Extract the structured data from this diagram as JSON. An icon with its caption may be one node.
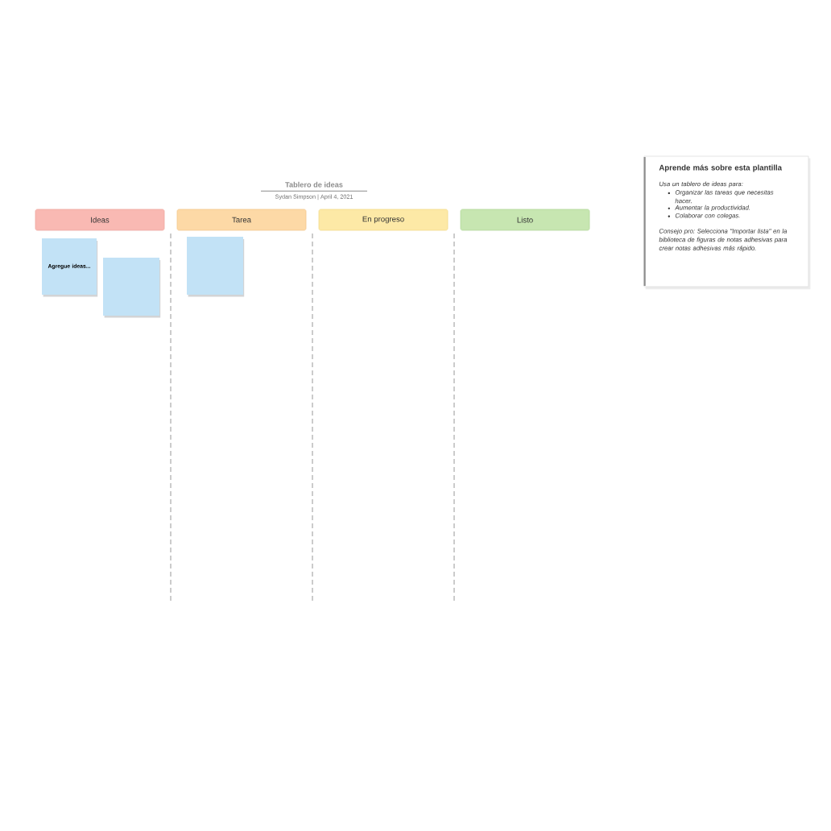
{
  "diagram": {
    "title": "Tablero de ideas",
    "nodes": [
      {
        "text": [
          "Ideas"
        ]
      },
      {
        "text": [
          "Tarea"
        ]
      },
      {
        "text": [
          "En progreso"
        ]
      },
      {
        "text": [
          "Listo"
        ]
      },
      {
        "text": [
          "Agregue ideas..."
        ]
      },
      {
        "text": [],
        "shape": "box"
      },
      {
        "text": [],
        "shape": "box"
      },
      {
        "text": [
          "Aprende más sobre esta plantilla",
          "Usa un tablero de ideas para:",
          "Organizar las tareas que necesitas hacer.",
          "Aumentar la productividad.",
          "Colaborar con colegas.",
          "Consejo pro: Selecciona \"Importar lista\" en la biblioteca de figuras de notas adhesivas para crear notas adhesivas más rápido."
        ]
      }
    ],
    "labels": [
      "Sydan Simpson | April 4, 2021"
    ]
  }
}
